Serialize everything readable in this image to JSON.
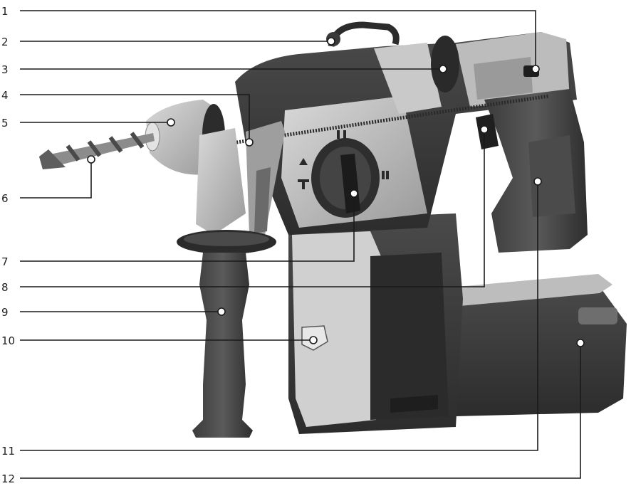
{
  "callouts": [
    {
      "number": "1"
    },
    {
      "number": "2"
    },
    {
      "number": "3"
    },
    {
      "number": "4"
    },
    {
      "number": "5"
    },
    {
      "number": "6"
    },
    {
      "number": "7"
    },
    {
      "number": "8"
    },
    {
      "number": "9"
    },
    {
      "number": "10"
    },
    {
      "number": "11"
    },
    {
      "number": "12"
    }
  ],
  "colors": {
    "dark_housing": "#3a3a3a",
    "mid_gray": "#8c8c8c",
    "light_gray": "#c8c8c8",
    "lead_line": "#1a1a1a"
  }
}
